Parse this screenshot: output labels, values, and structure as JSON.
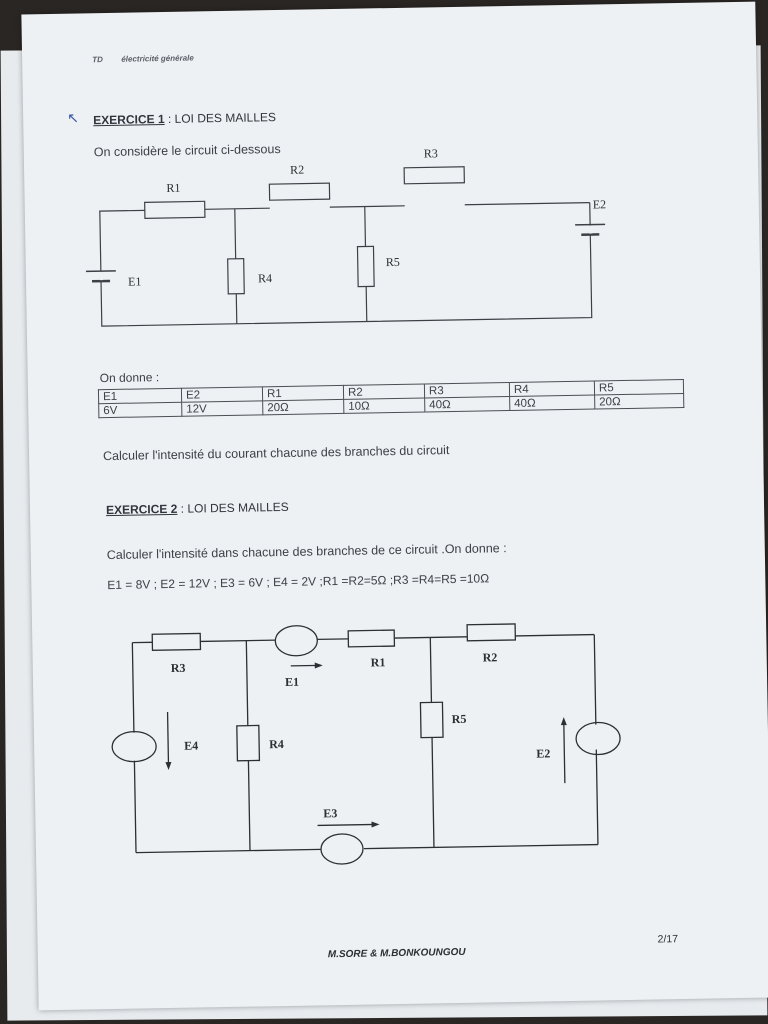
{
  "header": {
    "td": "TD",
    "subject": "électricité générale"
  },
  "exercise1": {
    "title_label": "EXERCICE 1",
    "title_rest": ": LOI DES MAILLES",
    "intro": "On considère le circuit ci-dessous",
    "circuit_labels": {
      "R1": "R1",
      "R2": "R2",
      "R3": "R3",
      "R4": "R4",
      "R5": "R5",
      "E1": "E1",
      "E2": "E2"
    },
    "on_donne": "On donne :",
    "table": {
      "headers": [
        "E1",
        "E2",
        "R1",
        "R2",
        "R3",
        "R4",
        "R5"
      ],
      "values": [
        "6V",
        "12V",
        "20Ω",
        "10Ω",
        "40Ω",
        "40Ω",
        "20Ω"
      ]
    },
    "question": "Calculer l'intensité du courant chacune des branches du circuit"
  },
  "exercise2": {
    "title_label": "EXERCICE 2",
    "title_rest": ": LOI DES MAILLES",
    "question": "Calculer l'intensité dans chacune des branches de ce circuit .On donne :",
    "given": "E1 = 8V ; E2 = 12V ; E3 = 6V ; E4 = 2V ;R1 =R2=5Ω ;R3 =R4=R5 =10Ω",
    "circuit_labels": {
      "R3": "R3",
      "R1": "R1",
      "R2": "R2",
      "R4": "R4",
      "R5": "R5",
      "E1": "E1",
      "E2": "E2",
      "E3": "E3",
      "E4": "E4"
    }
  },
  "footer": {
    "authors": "M.SORE & M.BONKOUNGOU",
    "page": "2/17"
  }
}
